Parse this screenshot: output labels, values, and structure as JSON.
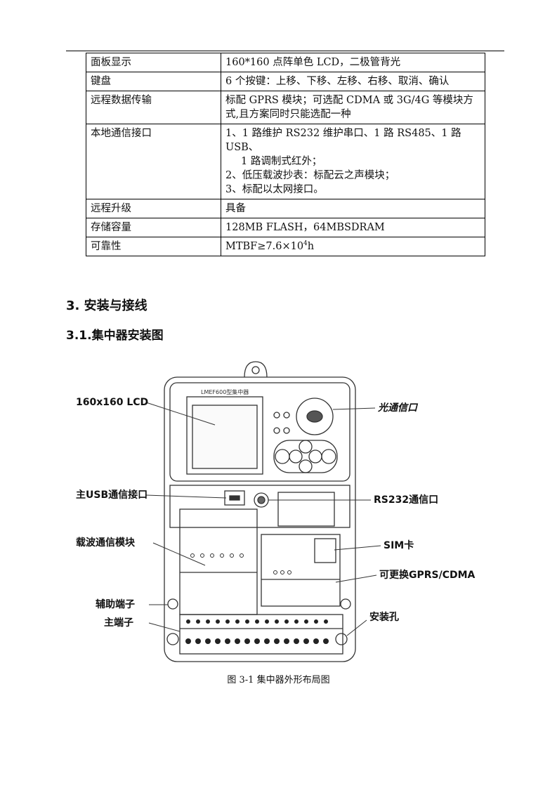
{
  "spec_table": [
    {
      "key": "面板显示",
      "value": [
        "160*160 点阵单色 LCD，二极管背光"
      ]
    },
    {
      "key": "键盘",
      "value": [
        "6 个按键：上移、下移、左移、右移、取消、确认"
      ]
    },
    {
      "key": "远程数据传输",
      "value": [
        "标配 GPRS 模块；可选配 CDMA 或 3G/4G 等模块方",
        "式,且方案同时只能选配一种"
      ]
    },
    {
      "key": "本地通信接口",
      "value": [
        "1、1 路维护 RS232 维护串口、1 路 RS485、1 路 USB、",
        "1 路调制式红外；",
        "2、低压载波抄表：标配云之声模块；",
        "3、标配以太网接口。"
      ]
    },
    {
      "key": "远程升级",
      "value": [
        "具备"
      ]
    },
    {
      "key": "存储容量",
      "value": [
        "128MB FLASH，64MBSDRAM"
      ]
    },
    {
      "key": "可靠性",
      "value_prefix": "MTBF≥7.6×10",
      "value_sup": "4",
      "value_suffix": "h"
    }
  ],
  "section": {
    "title": "3.  安装与接线",
    "subtitle": "3.1.集中器安装图"
  },
  "figure": {
    "device_label": "LMEF600型集中器",
    "labels": {
      "lcd": "160x160 LCD",
      "optical": "光通信口",
      "usb": "主USB通信接口",
      "rs232": "RS232通信口",
      "carrier": "载波通信模块",
      "sim": "SIM卡",
      "gprs": "可更换GPRS/CDMA",
      "aux": "辅助端子",
      "main_terminal": "主端子",
      "mount_hole": "安装孔"
    },
    "caption": "图 3-1 集中器外形布局图"
  }
}
